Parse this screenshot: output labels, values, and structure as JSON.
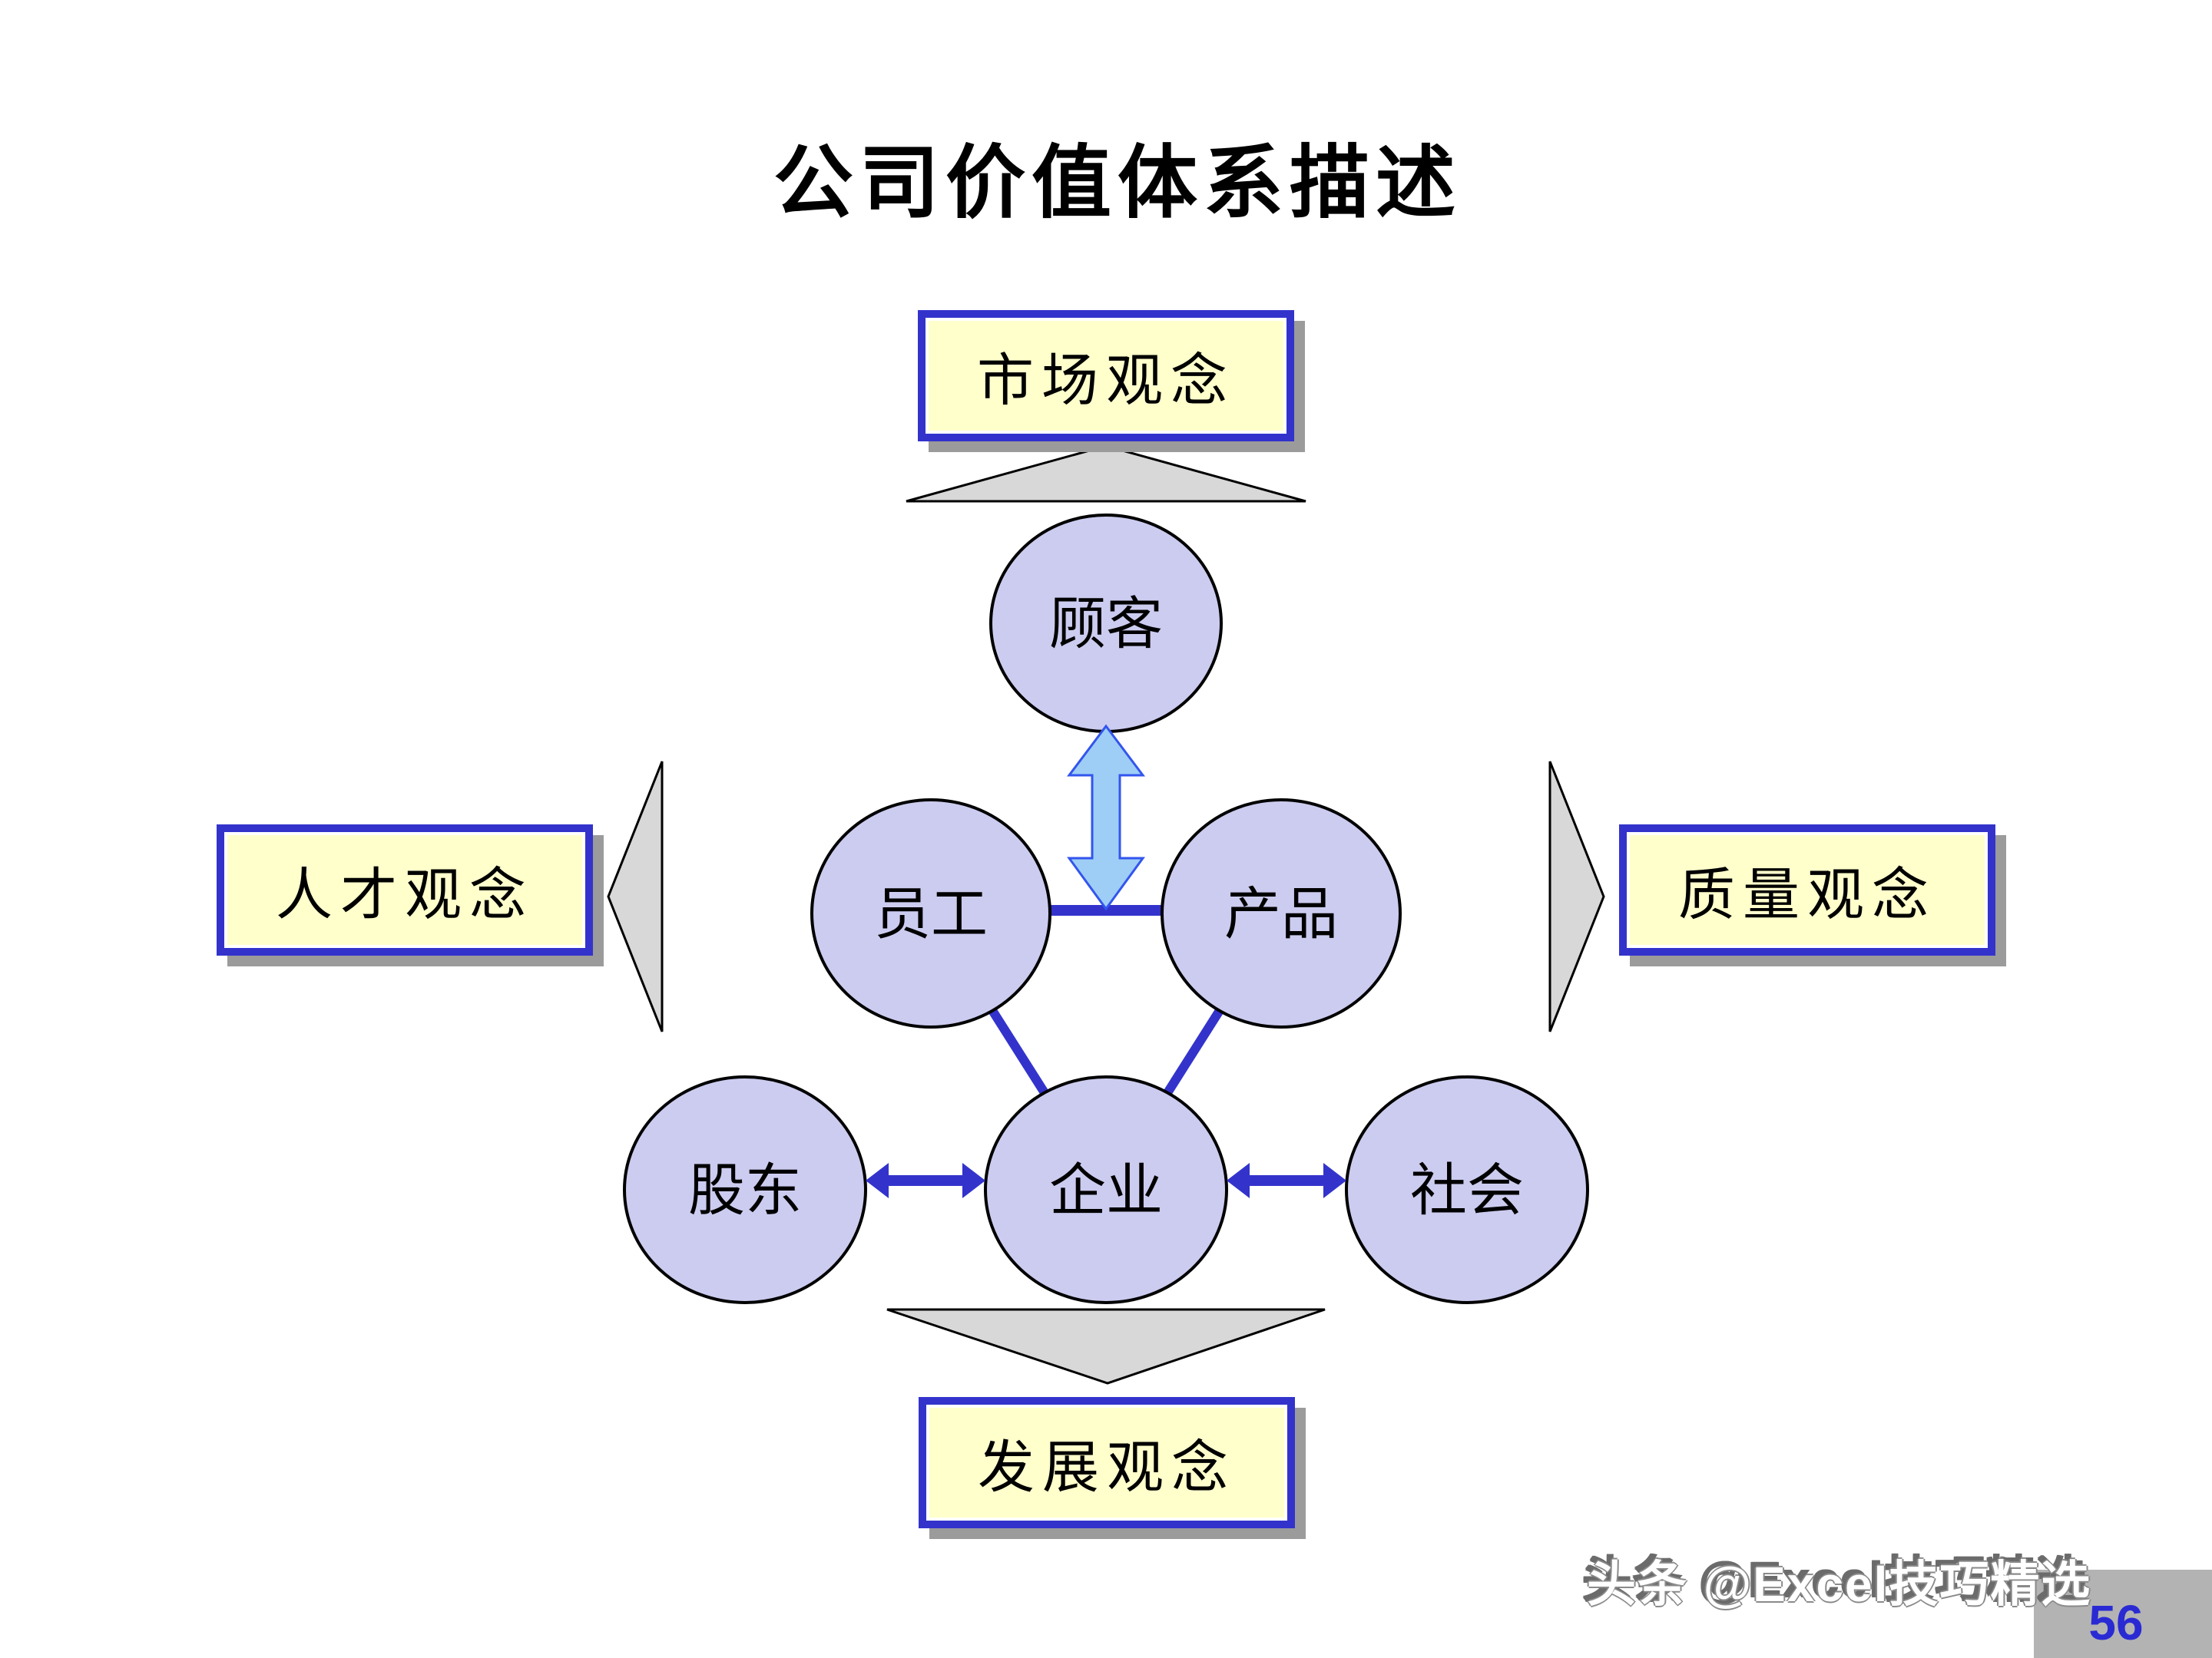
{
  "slide": {
    "title": "公司价值体系描述",
    "page_number": "56",
    "watermark": "头条 @Excel技巧精选"
  },
  "concept_boxes": {
    "market": "市场观念",
    "talent": "人才观念",
    "quality": "质量观念",
    "development": "发展观念"
  },
  "entity_circles": {
    "customer": "顾客",
    "employee": "员工",
    "product": "产品",
    "shareholder": "股东",
    "enterprise": "企业",
    "society": "社会"
  },
  "colors": {
    "box_fill": "#ffffcc",
    "box_border": "#3333cc",
    "box_shadow": "#9b9b9b",
    "circle_fill": "#ccccf0",
    "circle_border": "#000000",
    "triangle_fill": "#d8d8d8",
    "connector_blue": "#3333cc",
    "vertical_arrow_fill": "#9ecef5",
    "vertical_arrow_border": "#3355ee",
    "watermark_gray": "#6b6b6b",
    "corner_strip": "#b3b3b3",
    "page_number_color": "#2a2ad4"
  }
}
